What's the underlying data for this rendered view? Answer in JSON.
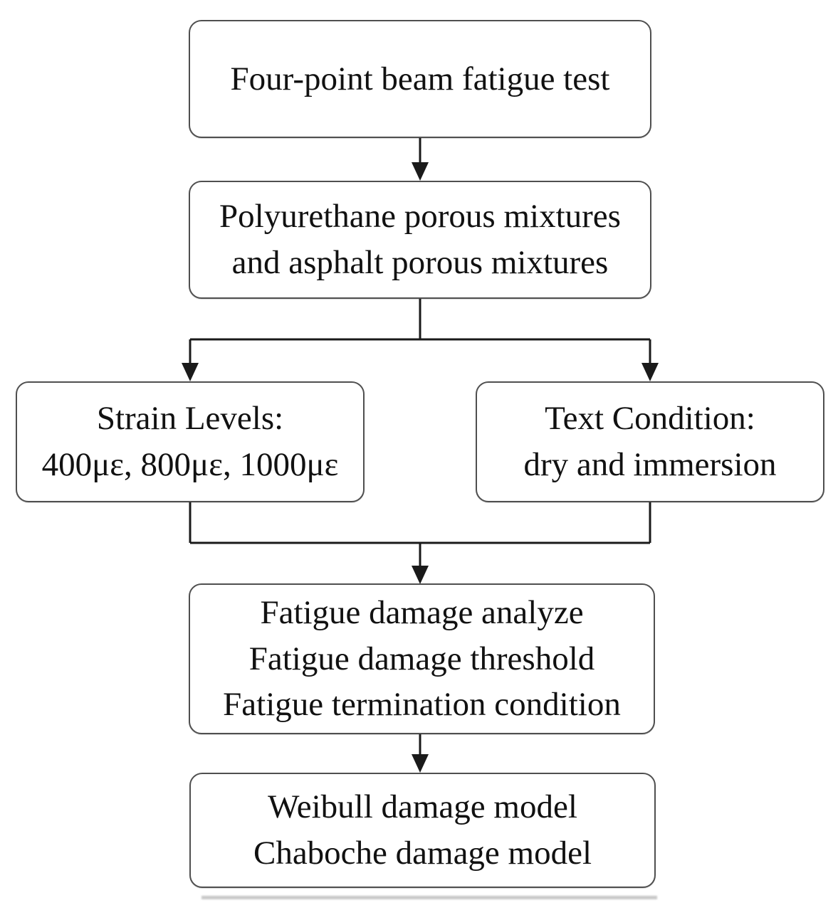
{
  "diagram": {
    "type": "flowchart",
    "nodes": [
      {
        "id": "four-point-test",
        "lines": [
          "Four-point beam fatigue test"
        ]
      },
      {
        "id": "mixtures",
        "lines": [
          "Polyurethane porous mixtures",
          "and asphalt porous mixtures"
        ]
      },
      {
        "id": "strain-levels",
        "lines": [
          "Strain Levels:",
          "400με, 800με, 1000με"
        ]
      },
      {
        "id": "text-condition",
        "lines": [
          "Text Condition:",
          "dry and immersion"
        ]
      },
      {
        "id": "fatigue-analysis",
        "lines": [
          "Fatigue damage analyze",
          "Fatigue damage threshold",
          "Fatigue termination condition"
        ]
      },
      {
        "id": "damage-models",
        "lines": [
          "Weibull damage model",
          "Chaboche damage model"
        ]
      }
    ],
    "edges": [
      {
        "from": "four-point-test",
        "to": "mixtures"
      },
      {
        "from": "mixtures",
        "to": "strain-levels"
      },
      {
        "from": "mixtures",
        "to": "text-condition"
      },
      {
        "from": "strain-levels",
        "to": "fatigue-analysis"
      },
      {
        "from": "text-condition",
        "to": "fatigue-analysis"
      },
      {
        "from": "fatigue-analysis",
        "to": "damage-models"
      }
    ],
    "colors": {
      "box_border": "#4f4f4f",
      "text": "#111111",
      "arrow": "#1a1a1a",
      "background": "#ffffff"
    }
  }
}
